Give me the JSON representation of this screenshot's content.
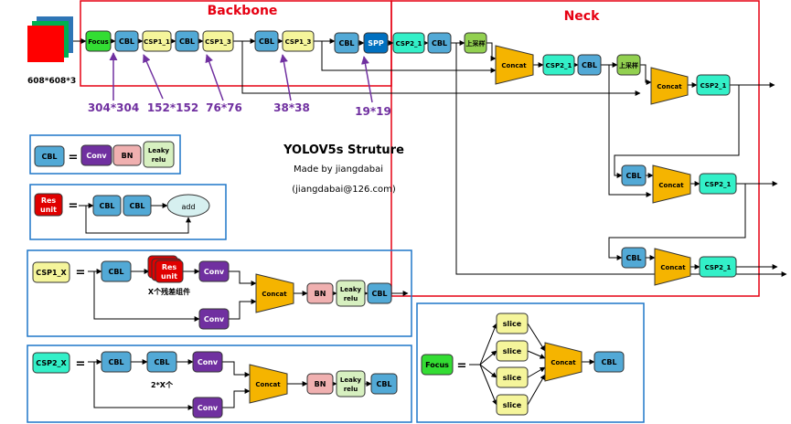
{
  "title": "YOLOV5s Struture",
  "subtitle": "Made by jiangdabai",
  "email": "(jiangdabai@126.com)",
  "sections": {
    "backbone": "Backbone",
    "neck": "Neck"
  },
  "input_size": "608*608*3",
  "dims": {
    "d304": "304*304",
    "d152": "152*152",
    "d76": "76*76",
    "d38": "38*38",
    "d19": "19*19"
  },
  "blocks": {
    "focus": "Focus",
    "cbl": "CBL",
    "csp1_1": "CSP1_1",
    "csp1_3": "CSP1_3",
    "spp": "SPP",
    "csp2_1": "CSP2_1",
    "upsample": "上采样",
    "concat": "Concat",
    "conv": "Conv",
    "bn": "BN",
    "leaky1": "Leaky",
    "leaky2": "relu",
    "res1": "Res",
    "res2": "unit",
    "add": "add",
    "slice": "slice",
    "csp1_x": "CSP1_X",
    "csp2_x": "CSP2_X",
    "eq": "=",
    "x_res": "X个残差组件",
    "two_x": "2*X个"
  },
  "colors": {
    "cbl": "#52a9d6",
    "csp": "#f5f59b",
    "csp2": "#33f0c8",
    "conv": "#7030a0",
    "bn": "#f0b0b0",
    "leaky": "#d7f0c0",
    "res": "#e00000",
    "focus": "#33dd33",
    "spp": "#0070c0",
    "concat": "#f5b400",
    "up": "#92d050",
    "add": "#d6f0f0",
    "red": "#e60012",
    "blue": "#1f77c9",
    "purple": "#7030a0"
  }
}
